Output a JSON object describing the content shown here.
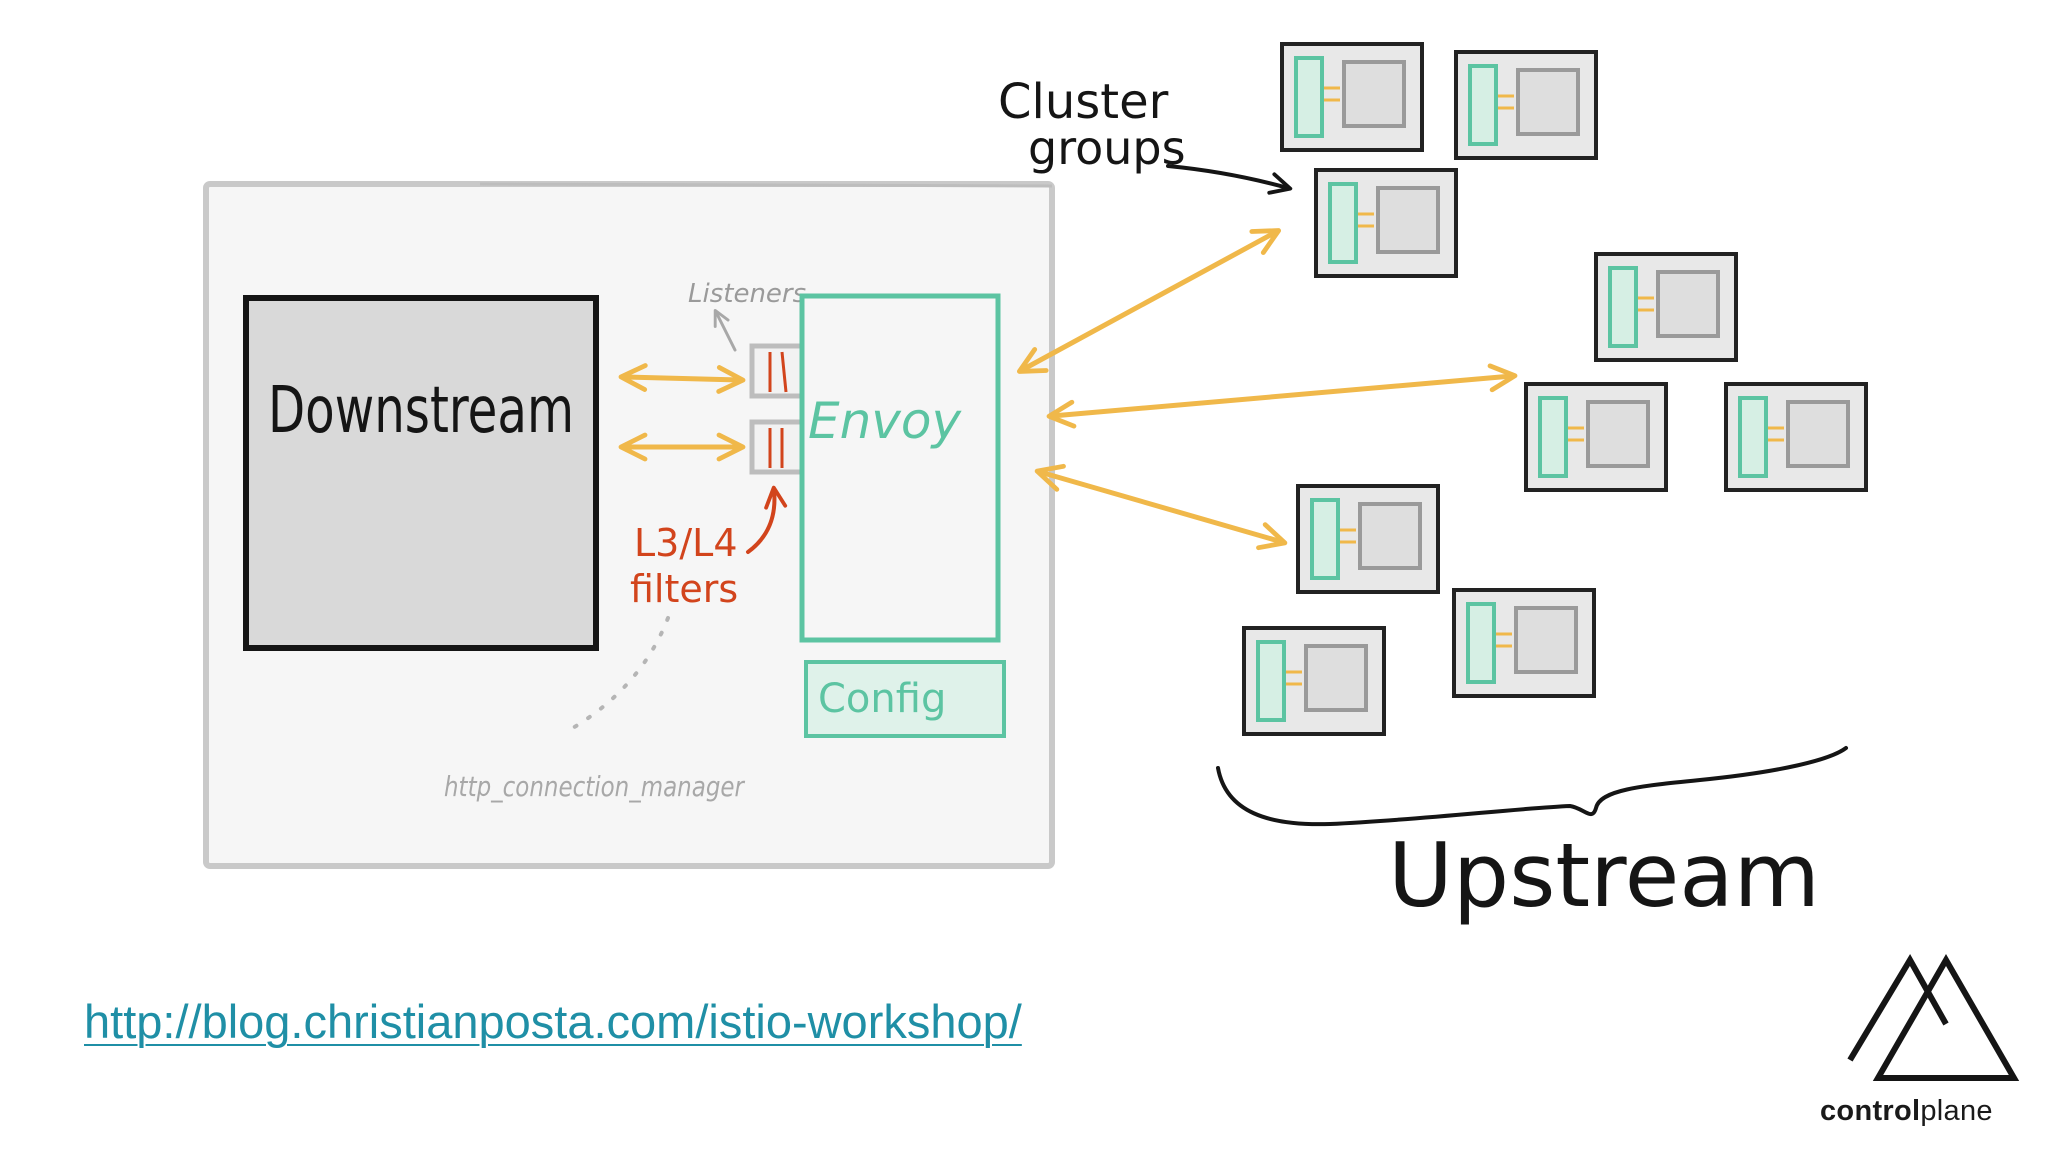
{
  "diagram": {
    "labels": {
      "downstream": "Downstream",
      "envoy": "Envoy",
      "config": "Config",
      "listeners": "Listeners",
      "filters_line1": "L3/L4",
      "filters_line2": "filters",
      "http_connection_manager": "http_connection_manager",
      "cluster_groups_line1": "Cluster",
      "cluster_groups_line2": "groups",
      "upstream": "Upstream"
    },
    "colors": {
      "envoy": "#5cc4a2",
      "arrow": "#f0b84a",
      "filter": "#d2441c",
      "frame": "#c9c9c9",
      "frame_fill": "#f6f6f6",
      "downstream_fill": "#d9d9d9",
      "ink": "#151515"
    }
  },
  "footer": {
    "link": "http://blog.christianposta.com/istio-workshop/",
    "brand_bold": "control",
    "brand_light": "plane",
    "logo": "double-triangle-logo-icon"
  }
}
